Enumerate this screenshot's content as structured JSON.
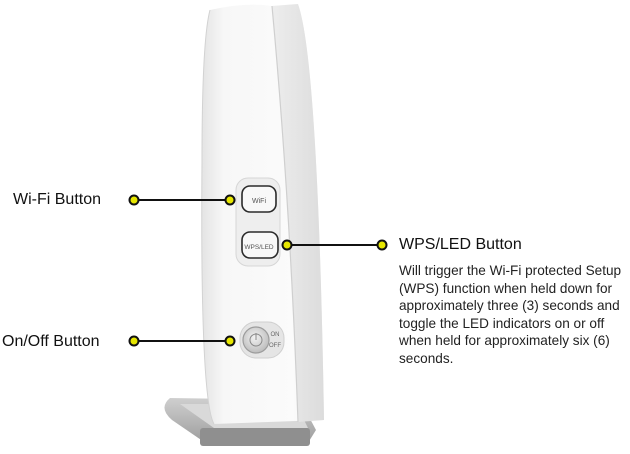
{
  "labels": {
    "wifi_button": "Wi-Fi Button",
    "onoff_button": "On/Off Button",
    "wps_button": "WPS/LED Button"
  },
  "wps_description": "Will trigger the Wi-Fi protected Setup (WPS) function when held down for approximately three (3) seconds and toggle the LED indicators on or off when held for approximately six (6) seconds.",
  "device_markings": {
    "wifi_key": "WiFi",
    "wps_key": "WPS/LED",
    "power_on": "ON",
    "power_off": "OFF"
  },
  "colors": {
    "callout_dot": "#e6e600",
    "callout_line": "#111111",
    "device_body": "#f4f4f4"
  }
}
